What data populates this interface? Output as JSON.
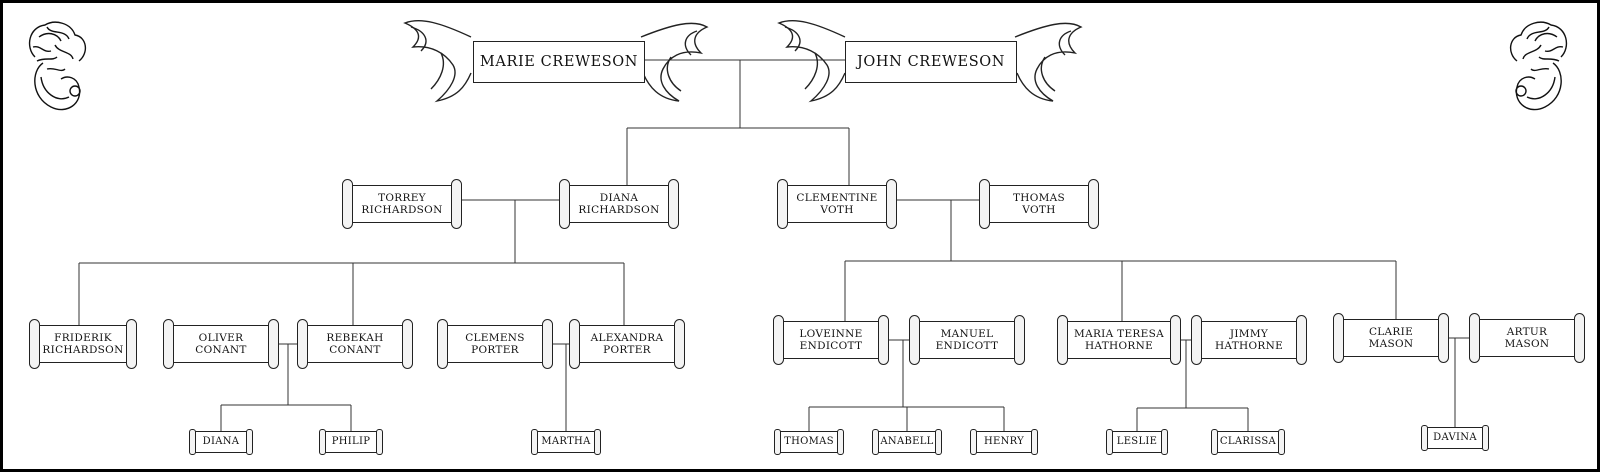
{
  "tree": {
    "root_couple": [
      {
        "id": "marie",
        "name": "MARIE CREWESON"
      },
      {
        "id": "john",
        "name": "JOHN CREWESON"
      }
    ],
    "generation_2": [
      {
        "id": "torrey",
        "name": "TORREY\nRICHARDSON"
      },
      {
        "id": "diana_r",
        "name": "DIANA\nRICHARDSON"
      },
      {
        "id": "clementine",
        "name": "CLEMENTINE\nVOTH"
      },
      {
        "id": "thomas_v",
        "name": "THOMAS\nVOTH"
      }
    ],
    "generation_3": [
      {
        "id": "friderik",
        "name": "FRIDERIK\nRICHARDSON"
      },
      {
        "id": "oliver",
        "name": "OLIVER\nCONANT"
      },
      {
        "id": "rebekah",
        "name": "REBEKAH\nCONANT"
      },
      {
        "id": "clemens",
        "name": "CLEMENS\nPORTER"
      },
      {
        "id": "alexandra",
        "name": "ALEXANDRA\nPORTER"
      },
      {
        "id": "loveinne",
        "name": "LOVEINNE\nENDICOTT"
      },
      {
        "id": "manuel",
        "name": "MANUEL\nENDICOTT"
      },
      {
        "id": "maria",
        "name": "MARIA TERESA\nHATHORNE"
      },
      {
        "id": "jimmy",
        "name": "JIMMY\nHATHORNE"
      },
      {
        "id": "clarie",
        "name": "CLARIE\nMASON"
      },
      {
        "id": "artur",
        "name": "ARTUR\nMASON"
      }
    ],
    "generation_4": [
      {
        "id": "diana_c",
        "name": "DIANA"
      },
      {
        "id": "philip",
        "name": "PHILIP"
      },
      {
        "id": "martha",
        "name": "MARTHA"
      },
      {
        "id": "thomas_e",
        "name": "THOMAS"
      },
      {
        "id": "anabell",
        "name": "ANABELL"
      },
      {
        "id": "henry",
        "name": "HENRY"
      },
      {
        "id": "leslie",
        "name": "LESLIE"
      },
      {
        "id": "clarissa",
        "name": "CLARISSA"
      },
      {
        "id": "davina",
        "name": "DAVINA"
      }
    ]
  },
  "decorations": {
    "corner_left": "heraldic-crest-icon",
    "corner_right": "heraldic-crest-icon"
  }
}
